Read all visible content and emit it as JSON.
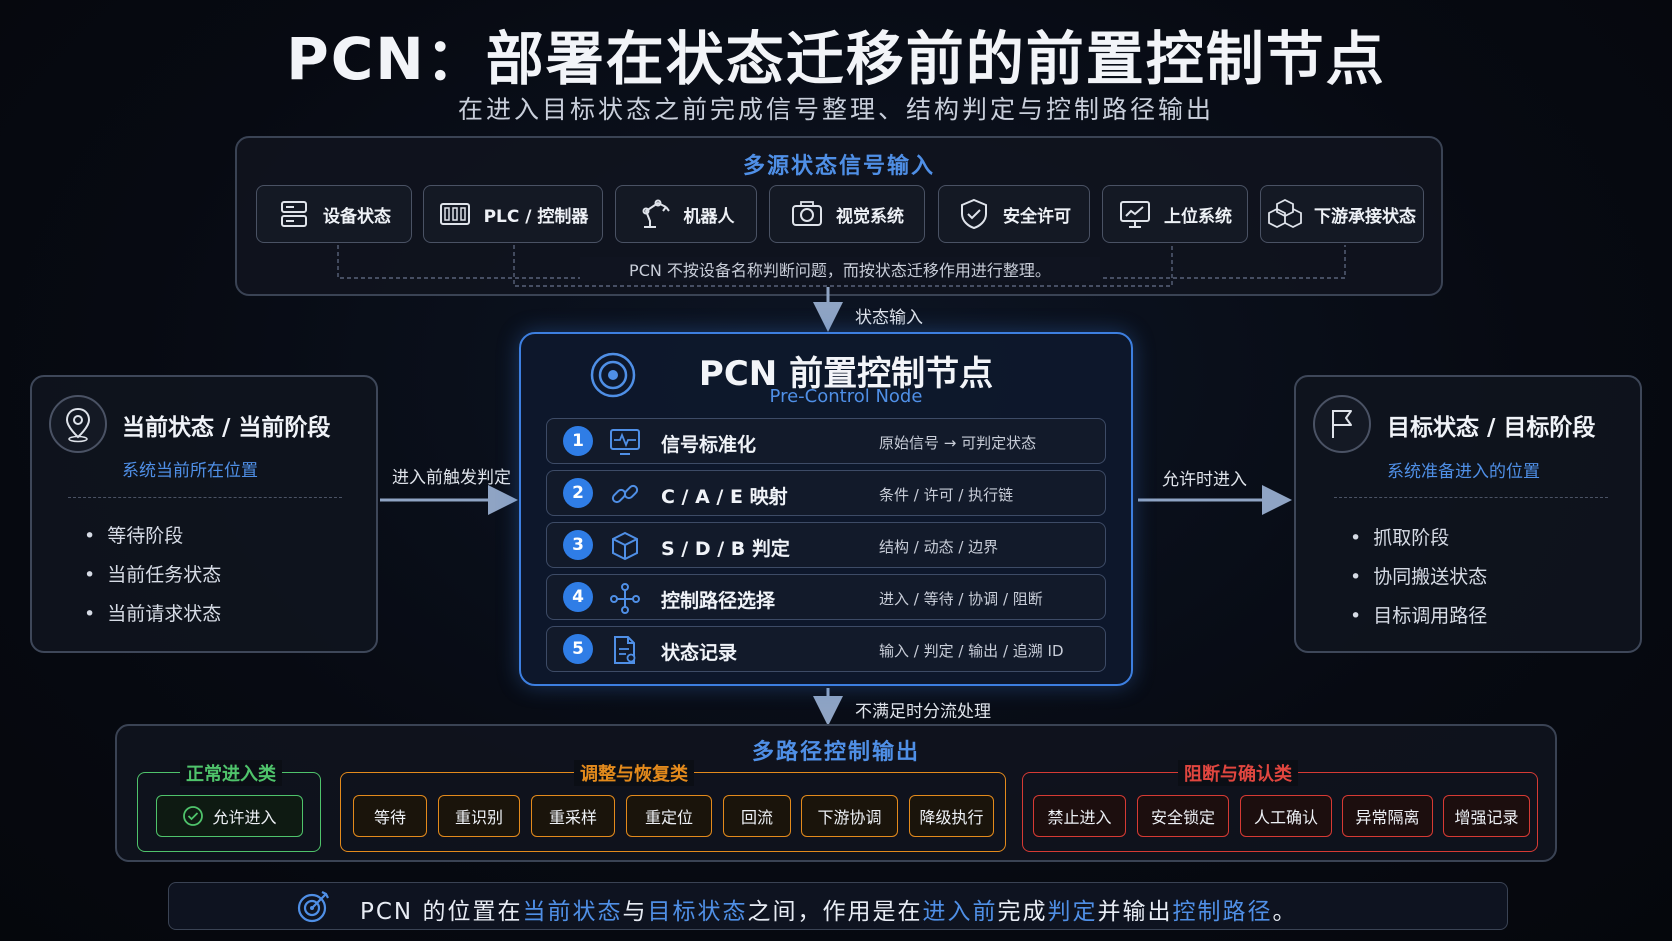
{
  "title": "PCN：部署在状态迁移前的前置控制节点",
  "subtitle": "在进入目标状态之前完成信号整理、结构判定与控制路径输出",
  "inputs": {
    "title": "多源状态信号输入",
    "sources": [
      {
        "label": "设备状态",
        "icon": "server-icon"
      },
      {
        "label": "PLC / 控制器",
        "icon": "plc-icon"
      },
      {
        "label": "机器人",
        "icon": "robot-arm-icon"
      },
      {
        "label": "视觉系统",
        "icon": "camera-icon"
      },
      {
        "label": "安全许可",
        "icon": "shield-check-icon"
      },
      {
        "label": "上位系统",
        "icon": "monitor-chart-icon"
      },
      {
        "label": "下游承接状态",
        "icon": "cubes-icon"
      }
    ],
    "note": "PCN 不按设备名称判断问题，而按状态迁移作用进行整理。"
  },
  "arrows": {
    "state_input": "状态输入",
    "pre_entry": "进入前触发判定",
    "allow_entry": "允许时进入",
    "divert": "不满足时分流处理"
  },
  "current": {
    "title": "当前状态 / 当前阶段",
    "subtitle": "系统当前所在位置",
    "items": [
      "等待阶段",
      "当前任务状态",
      "当前请求状态"
    ]
  },
  "target": {
    "title": "目标状态 / 目标阶段",
    "subtitle": "系统准备进入的位置",
    "items": [
      "抓取阶段",
      "协同搬送状态",
      "目标调用路径"
    ]
  },
  "node": {
    "title": "PCN 前置控制节点",
    "subtitle": "Pre-Control Node",
    "steps": [
      {
        "num": "1",
        "name": "信号标准化",
        "desc": "原始信号 → 可判定状态",
        "icon": "signal-monitor-icon"
      },
      {
        "num": "2",
        "name": "C / A / E 映射",
        "desc": "条件 / 许可 / 执行链",
        "icon": "link-icon"
      },
      {
        "num": "3",
        "name": "S / D / B 判定",
        "desc": "结构 / 动态 / 边界",
        "icon": "cube-icon"
      },
      {
        "num": "4",
        "name": "控制路径选择",
        "desc": "进入 / 等待 / 协调 / 阻断",
        "icon": "branch-icon"
      },
      {
        "num": "5",
        "name": "状态记录",
        "desc": "输入 / 判定 / 输出 / 追溯 ID",
        "icon": "document-icon"
      }
    ]
  },
  "outputs": {
    "title": "多路径控制输出",
    "normal": {
      "title": "正常进入类",
      "items": [
        "允许进入"
      ]
    },
    "adjust": {
      "title": "调整与恢复类",
      "items": [
        "等待",
        "重识别",
        "重采样",
        "重定位",
        "回流",
        "下游协调",
        "降级执行"
      ]
    },
    "block": {
      "title": "阻断与确认类",
      "items": [
        "禁止进入",
        "安全锁定",
        "人工确认",
        "异常隔离",
        "增强记录"
      ]
    }
  },
  "summary": {
    "p1": "PCN 的位置在",
    "h1": "当前状态",
    "p2": "与",
    "h2": "目标状态",
    "p3": "之间，作用是在",
    "h3": "进入前",
    "p4": "完成",
    "h4": "判定",
    "p5": "并输出",
    "h5": "控制路径",
    "p6": "。"
  },
  "colors": {
    "accent": "#3d7fe0",
    "normal": "#4fc36b",
    "adjust": "#e38a1c",
    "block": "#d63a34"
  }
}
